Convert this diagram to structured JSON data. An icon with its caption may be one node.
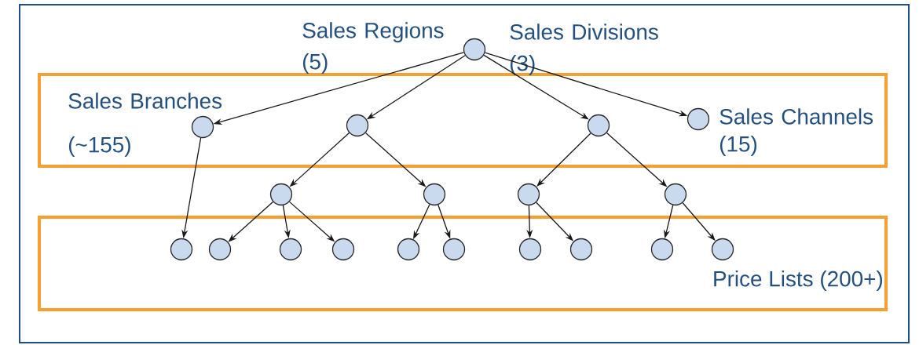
{
  "diagram": {
    "nodes": [
      {
        "text": [],
        "shape": "circle",
        "beside": [
          "Sales Regions (5)",
          "Sales Divisions (3)"
        ]
      },
      {
        "text": [],
        "shape": "box"
      },
      {
        "text": [],
        "shape": "circle",
        "in": 1,
        "beside": [
          "Sales Branches (~155)"
        ]
      },
      {
        "text": [],
        "shape": "circle",
        "in": 1
      },
      {
        "text": [],
        "shape": "circle",
        "in": 1
      },
      {
        "text": [],
        "shape": "circle",
        "in": 1,
        "beside": [
          "Sales Channels (15)"
        ]
      },
      {
        "text": [],
        "shape": "circle"
      },
      {
        "text": [],
        "shape": "circle"
      },
      {
        "text": [],
        "shape": "circle"
      },
      {
        "text": [],
        "shape": "circle"
      },
      {
        "text": [
          "Price Lists (200+)"
        ]
      },
      {
        "text": [],
        "shape": "circle",
        "in": 10
      },
      {
        "text": [],
        "shape": "circle",
        "in": 10
      },
      {
        "text": [],
        "shape": "circle",
        "in": 10
      },
      {
        "text": [],
        "shape": "circle",
        "in": 10
      },
      {
        "text": [],
        "shape": "circle",
        "in": 10
      },
      {
        "text": [],
        "shape": "circle",
        "in": 10
      },
      {
        "text": [],
        "shape": "circle",
        "in": 10
      },
      {
        "text": [],
        "shape": "circle",
        "in": 10
      },
      {
        "text": [],
        "shape": "circle",
        "in": 10
      },
      {
        "text": [],
        "shape": "circle",
        "in": 10
      }
    ],
    "edges": [
      {
        "from": 0,
        "to": 2,
        "arrow": "to"
      },
      {
        "from": 0,
        "to": 3,
        "arrow": "to"
      },
      {
        "from": 0,
        "to": 4,
        "arrow": "to"
      },
      {
        "from": 0,
        "to": 5,
        "arrow": "to"
      },
      {
        "from": 3,
        "to": 6,
        "arrow": "to"
      },
      {
        "from": 3,
        "to": 7,
        "arrow": "to"
      },
      {
        "from": 4,
        "to": 8,
        "arrow": "to"
      },
      {
        "from": 4,
        "to": 9,
        "arrow": "to"
      },
      {
        "from": 2,
        "to": 11,
        "arrow": "to"
      },
      {
        "from": 6,
        "to": 12,
        "arrow": "to"
      },
      {
        "from": 6,
        "to": 13,
        "arrow": "to"
      },
      {
        "from": 6,
        "to": 14,
        "arrow": "to"
      },
      {
        "from": 7,
        "to": 15,
        "arrow": "to"
      },
      {
        "from": 7,
        "to": 16,
        "arrow": "to"
      },
      {
        "from": 8,
        "to": 17,
        "arrow": "to"
      },
      {
        "from": 8,
        "to": 18,
        "arrow": "to"
      },
      {
        "from": 9,
        "to": 19,
        "arrow": "to"
      },
      {
        "from": 9,
        "to": 20,
        "arrow": "to"
      }
    ]
  }
}
